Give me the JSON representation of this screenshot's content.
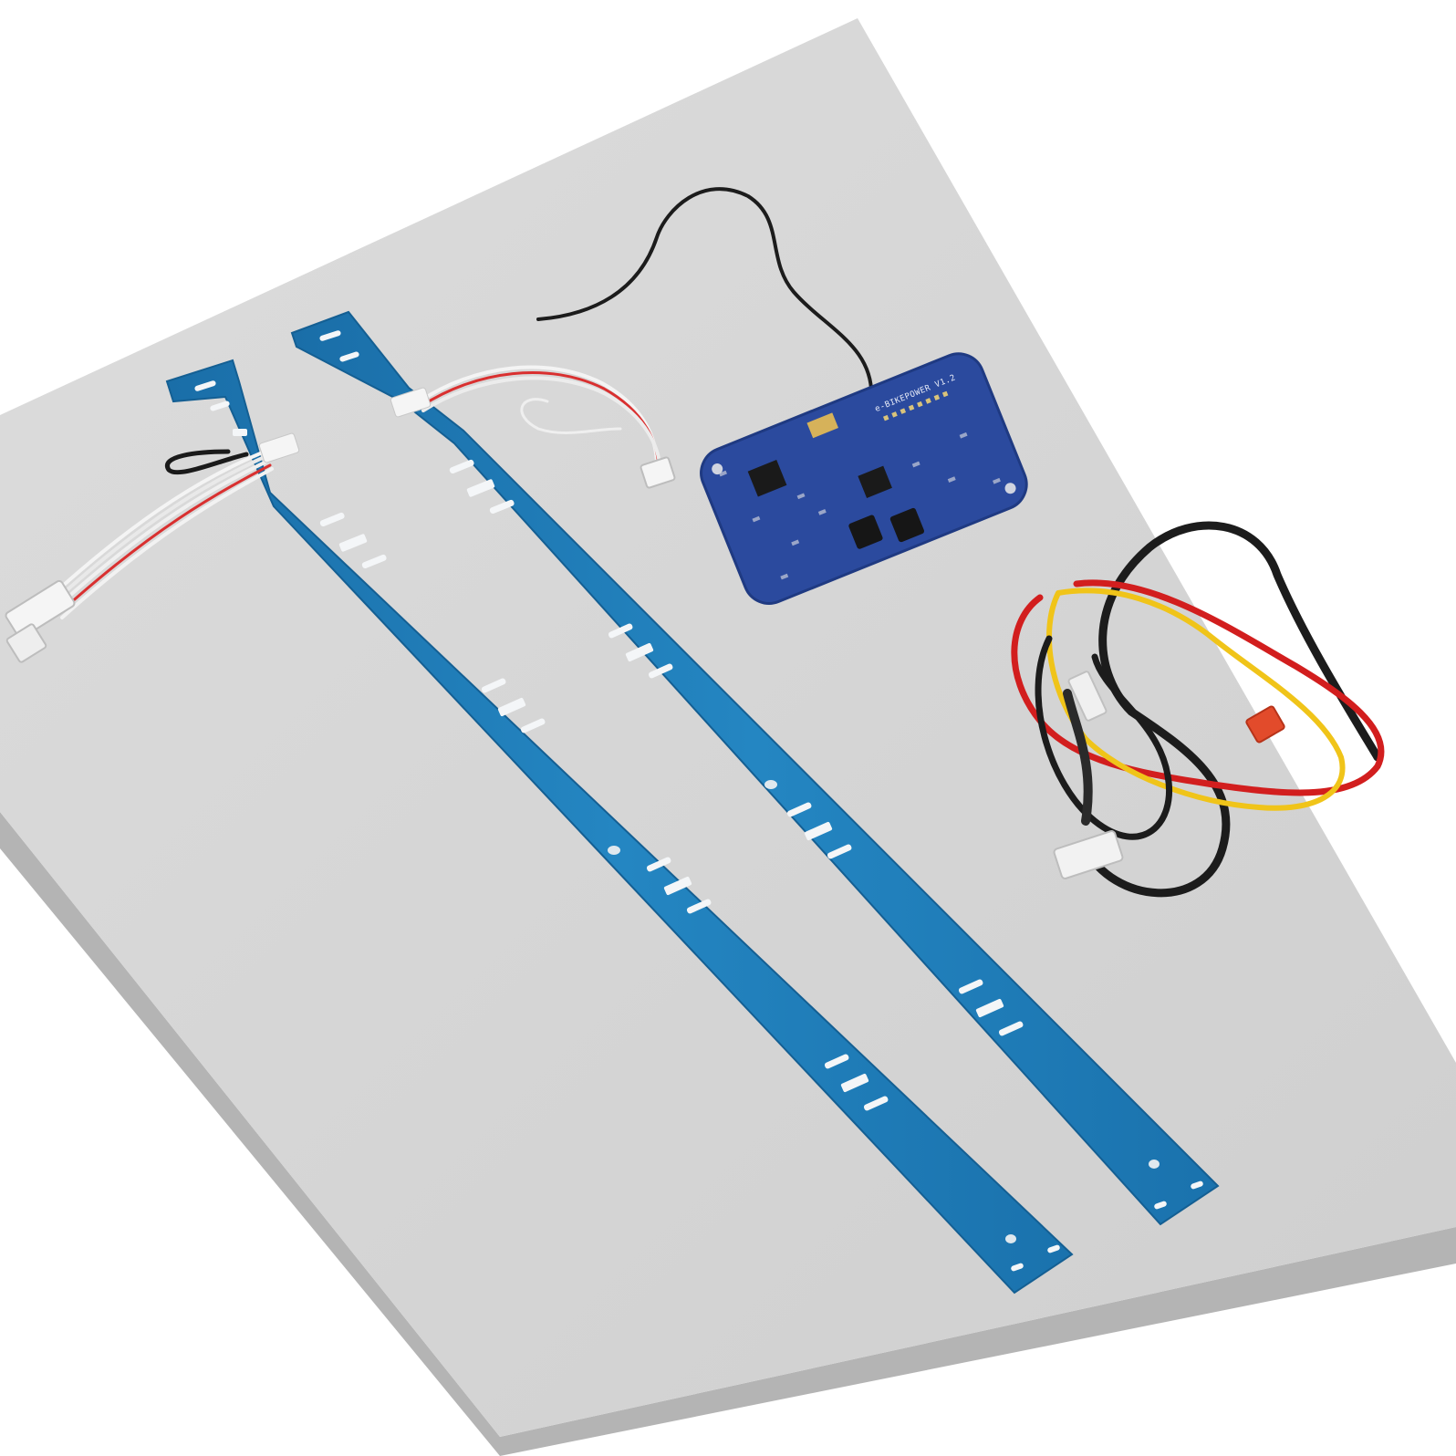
{
  "photo": {
    "subject": "",
    "colors": {
      "background": "#ffffff",
      "board_top": "#d6d6d6",
      "board_edge": "#b4b4b4",
      "strip_blue": "#1e7fb8",
      "strip_blue_dark": "#14639a",
      "bms_blue": "#2b4a9e",
      "cable_black": "#1c1c1c",
      "cable_red": "#d21e1e",
      "cable_yellow": "#f0c419",
      "connector_white": "#f2f2f2",
      "connector_red": "#e24b2b"
    },
    "items": [
      {
        "name": "left-sensor-strip",
        "icon": "pcb-strip"
      },
      {
        "name": "right-sensor-strip",
        "icon": "pcb-strip"
      },
      {
        "name": "bms-controller-board",
        "icon": "circuit-board"
      },
      {
        "name": "wiring-harness",
        "icon": "cable-loop"
      }
    ],
    "board_silkscreen": "e-BIKEPOWER V1.2"
  }
}
